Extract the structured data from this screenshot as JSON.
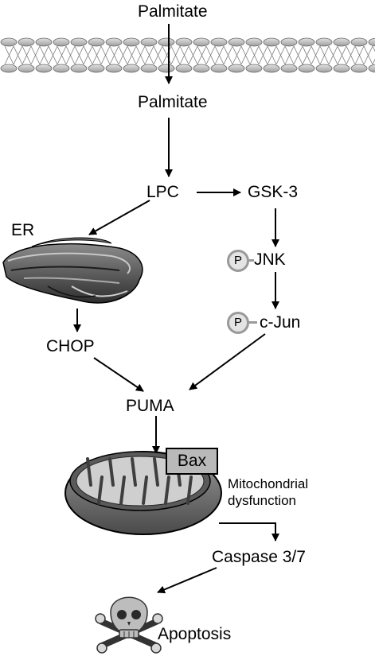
{
  "labels": {
    "palmitate_outside": "Palmitate",
    "palmitate_inside": "Palmitate",
    "lpc": "LPC",
    "gsk3": "GSK-3",
    "er": "ER",
    "jnk": "JNK",
    "c_jun": "c-Jun",
    "chop": "CHOP",
    "puma": "PUMA",
    "bax": "Bax",
    "mito_dysfunction": "Mitochondrial\ndysfunction",
    "caspase": "Caspase 3/7",
    "apoptosis": "Apoptosis",
    "phospho": "P"
  }
}
